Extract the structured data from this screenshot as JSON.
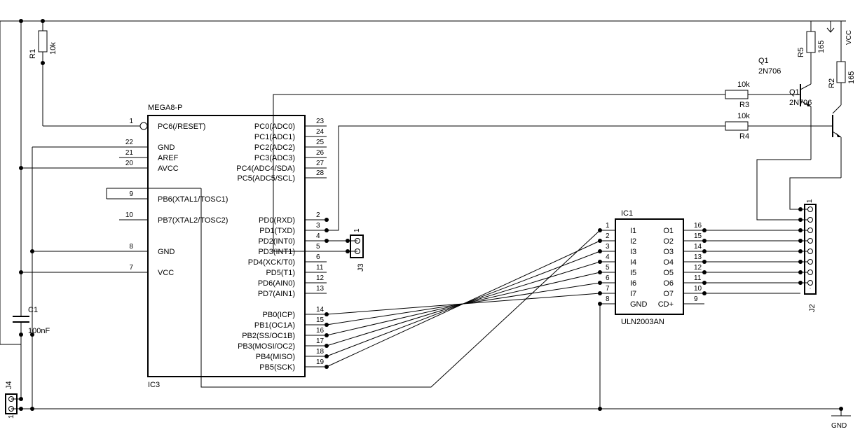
{
  "ic3": {
    "part": "MEGA8-P",
    "name": "IC3",
    "left_pins": [
      {
        "num": "1",
        "label": "PC6(/RESET)"
      },
      {
        "num": "22",
        "label": "GND"
      },
      {
        "num": "21",
        "label": "AREF"
      },
      {
        "num": "20",
        "label": "AVCC"
      },
      {
        "num": "9",
        "label": "PB6(XTAL1/TOSC1)"
      },
      {
        "num": "10",
        "label": "PB7(XTAL2/TOSC2)"
      },
      {
        "num": "8",
        "label": "GND"
      },
      {
        "num": "7",
        "label": "VCC"
      }
    ],
    "right_pins": [
      {
        "num": "23",
        "label": "PC0(ADC0)"
      },
      {
        "num": "24",
        "label": "PC1(ADC1)"
      },
      {
        "num": "25",
        "label": "PC2(ADC2)"
      },
      {
        "num": "26",
        "label": "PC3(ADC3)"
      },
      {
        "num": "27",
        "label": "PC4(ADC4/SDA)"
      },
      {
        "num": "28",
        "label": "PC5(ADC5/SCL)"
      },
      {
        "num": "2",
        "label": "PD0(RXD)"
      },
      {
        "num": "3",
        "label": "PD1(TXD)"
      },
      {
        "num": "4",
        "label": "PD2(INT0)"
      },
      {
        "num": "5",
        "label": "PD3(INT1)"
      },
      {
        "num": "6",
        "label": "PD4(XCK/T0)"
      },
      {
        "num": "11",
        "label": "PD5(T1)"
      },
      {
        "num": "12",
        "label": "PD6(AIN0)"
      },
      {
        "num": "13",
        "label": "PD7(AIN1)"
      },
      {
        "num": "14",
        "label": "PB0(ICP)"
      },
      {
        "num": "15",
        "label": "PB1(OC1A)"
      },
      {
        "num": "16",
        "label": "PB2(SS/OC1B)"
      },
      {
        "num": "17",
        "label": "PB3(MOSI/OC2)"
      },
      {
        "num": "18",
        "label": "PB4(MISO)"
      },
      {
        "num": "19",
        "label": "PB5(SCK)"
      }
    ]
  },
  "ic1": {
    "name": "IC1",
    "part": "ULN2003AN",
    "left_pins": [
      {
        "num": "1",
        "label": "I1"
      },
      {
        "num": "2",
        "label": "I2"
      },
      {
        "num": "3",
        "label": "I3"
      },
      {
        "num": "4",
        "label": "I4"
      },
      {
        "num": "5",
        "label": "I5"
      },
      {
        "num": "6",
        "label": "I6"
      },
      {
        "num": "7",
        "label": "I7"
      },
      {
        "num": "8",
        "label": "GND"
      }
    ],
    "right_pins": [
      {
        "num": "16",
        "label": "O1"
      },
      {
        "num": "15",
        "label": "O2"
      },
      {
        "num": "14",
        "label": "O3"
      },
      {
        "num": "13",
        "label": "O4"
      },
      {
        "num": "12",
        "label": "O5"
      },
      {
        "num": "11",
        "label": "O6"
      },
      {
        "num": "10",
        "label": "O7"
      },
      {
        "num": "9",
        "label": "CD+"
      }
    ]
  },
  "components": {
    "r1": {
      "name": "R1",
      "value": "10k"
    },
    "r2": {
      "name": "R2",
      "value": "165"
    },
    "r3": {
      "name": "R3",
      "value": "10k"
    },
    "r4": {
      "name": "R4",
      "value": "10k"
    },
    "r5": {
      "name": "R5",
      "value": "165"
    },
    "q1": {
      "name": "Q1",
      "value": "2N706"
    },
    "q2": {
      "name": "Q1",
      "value": "2N706"
    },
    "c1": {
      "name": "C1",
      "value": "100nF"
    },
    "j2": {
      "name": "J2",
      "pin1": "1"
    },
    "j3": {
      "name": "J3",
      "pin1": "1"
    },
    "j4": {
      "name": "J4",
      "pin1": "1"
    }
  },
  "power": {
    "vcc": "VCC",
    "gnd": "GND"
  }
}
